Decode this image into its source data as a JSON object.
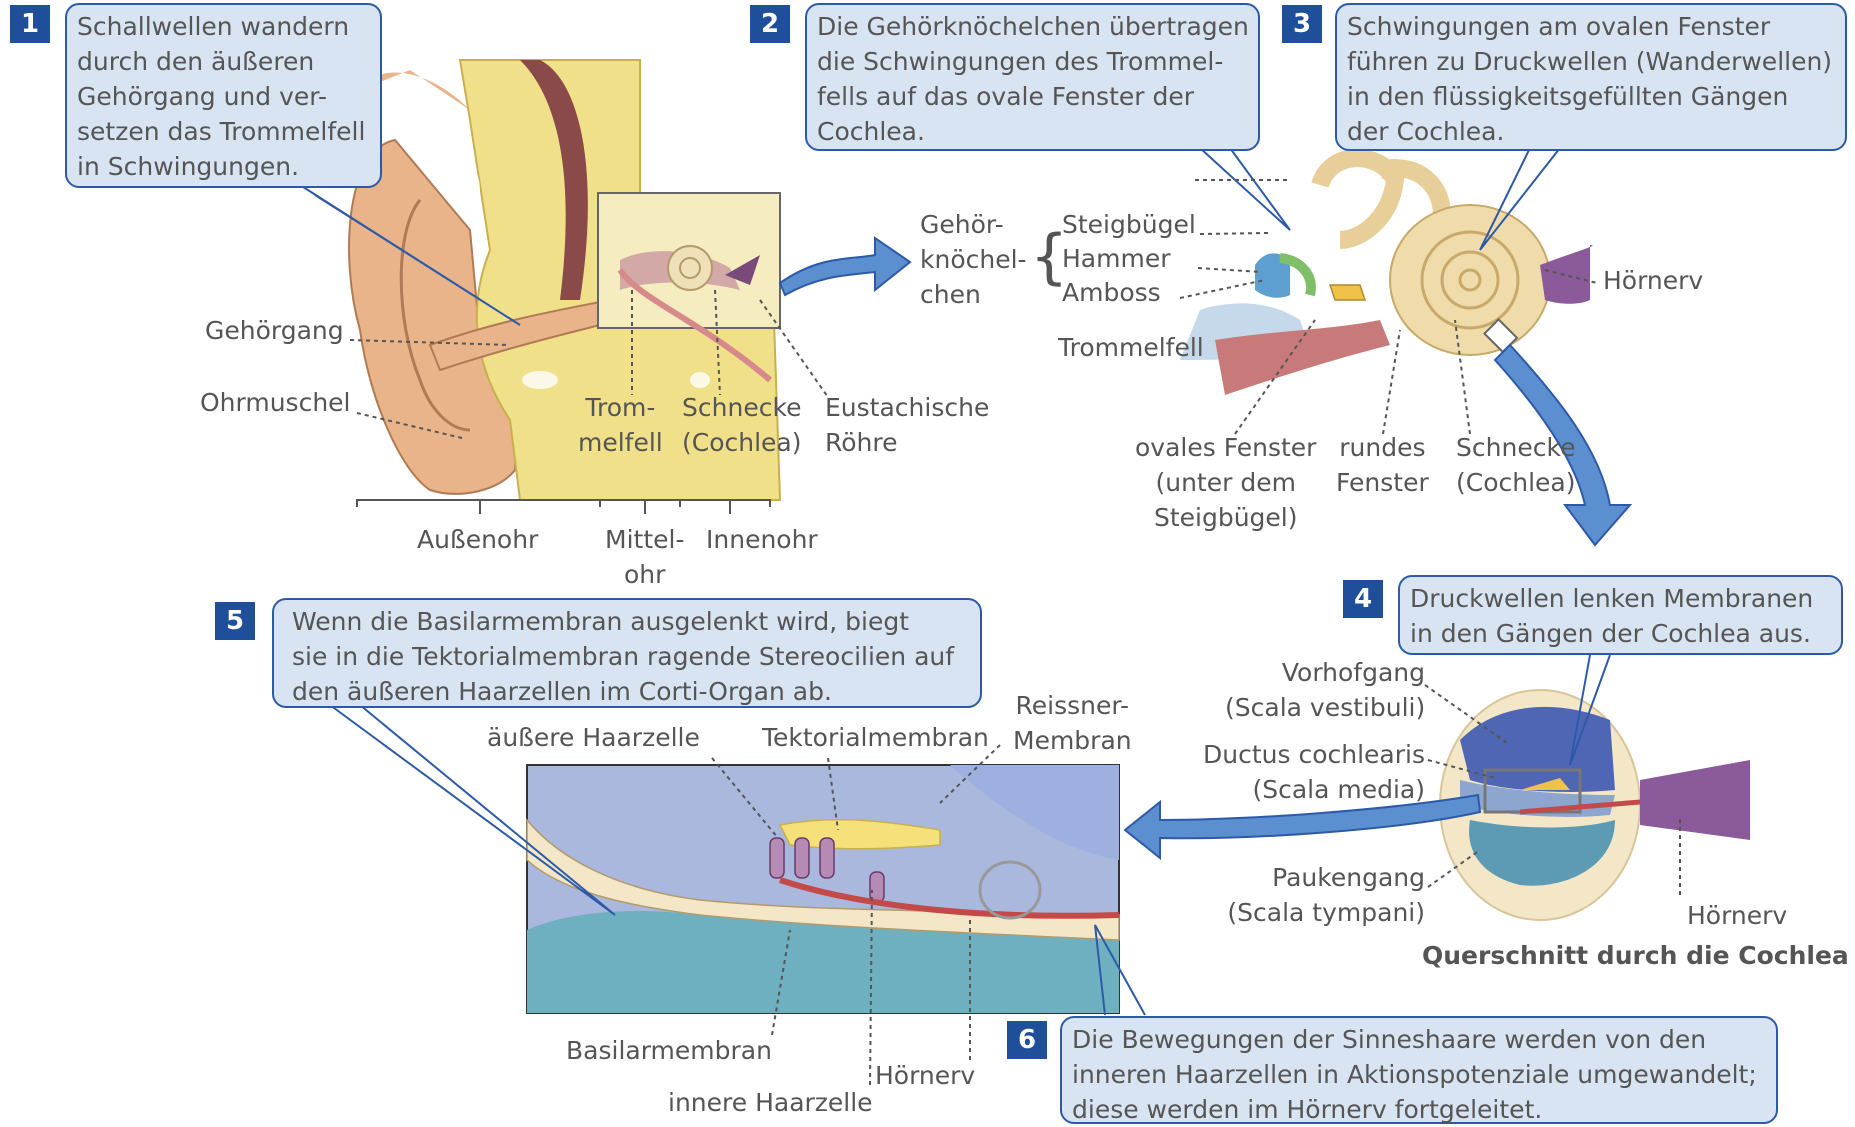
{
  "steps": [
    {
      "number": "1",
      "lines": [
        "Schallwellen wandern",
        "durch den äußeren",
        "Gehörgang und ver-",
        "setzen das Trommelfell",
        "in Schwingungen."
      ]
    },
    {
      "number": "2",
      "lines": [
        "Die Gehörknöchelchen übertragen",
        "die Schwingungen des Trommel-",
        "fells auf das ovale Fenster der",
        "Cochlea."
      ]
    },
    {
      "number": "3",
      "lines": [
        "Schwingungen am ovalen Fenster",
        "führen zu Druckwellen (Wanderwellen)",
        "in den flüssigkeitsgefüllten Gängen",
        "der Cochlea."
      ]
    },
    {
      "number": "4",
      "lines": [
        "Druckwellen lenken Membranen",
        "in den Gängen der Cochlea aus."
      ]
    },
    {
      "number": "5",
      "lines": [
        "Wenn die Basilarmembran ausgelenkt wird, biegt",
        "sie in die Tektorialmembran ragende Stereocilien auf",
        "den äußeren Haarzellen im Corti-Organ ab."
      ]
    },
    {
      "number": "6",
      "lines": [
        "Die Bewegungen der Sinneshaare werden von den",
        "inneren Haarzellen in Aktionspotenziale umgewandelt;",
        "diese werden im Hörnerv fortgeleitet."
      ]
    }
  ],
  "ear_labels": {
    "gehoergang": "Gehörgang",
    "ohrmuschel": "Ohrmuschel",
    "trommelfell": [
      "Trom-",
      "melfell"
    ],
    "schnecke": [
      "Schnecke",
      "(Cochlea)"
    ],
    "eustachische": [
      "Eustachische",
      "Röhre"
    ],
    "aussenohr": "Außenohr",
    "mittelohr": [
      "Mittel-",
      "ohr"
    ],
    "innenohr": "Innenohr"
  },
  "middle_ear_labels": {
    "gehoerknoechelchen": [
      "Gehör-",
      "knöchel-",
      "chen"
    ],
    "steigbuegel": "Steigbügel",
    "hammer": "Hammer",
    "amboss": "Amboss",
    "trommelfell": "Trommelfell",
    "hoernerv": "Hörnerv",
    "ovales_fenster": [
      "ovales Fenster",
      "(unter dem",
      "Steigbügel)"
    ],
    "rundes_fenster": [
      "rundes",
      "Fenster"
    ],
    "schnecke": [
      "Schnecke",
      "(Cochlea)"
    ]
  },
  "cochlea_section_labels": {
    "vorhofgang": [
      "Vorhofgang",
      "(Scala vestibuli)"
    ],
    "ductus": [
      "Ductus cochlearis",
      "(Scala media)"
    ],
    "paukengang": [
      "Paukengang",
      "(Scala tympani)"
    ],
    "hoernerv": "Hörnerv",
    "caption": "Querschnitt durch die Cochlea"
  },
  "corti_labels": {
    "aeussere_haarzelle": "äußere Haarzelle",
    "tektorialmembran": "Tektorialmembran",
    "reissner": [
      "Reissner-",
      "Membran"
    ],
    "basilarmembran": "Basilarmembran",
    "innere_haarzelle": "innere Haarzelle",
    "hoernerv": "Hörnerv"
  },
  "colors": {
    "callout_fill": "#d8e4f2",
    "callout_border": "#2d5aa8",
    "badge": "#1f4f9a",
    "bone": "#f1e08a",
    "skin": "#e9b48a",
    "cochlea": "#efe0b8",
    "nerve": "#c44a4a",
    "fluid_blue": "#5b8fb5",
    "nerve_purple": "#8a5a9a"
  }
}
